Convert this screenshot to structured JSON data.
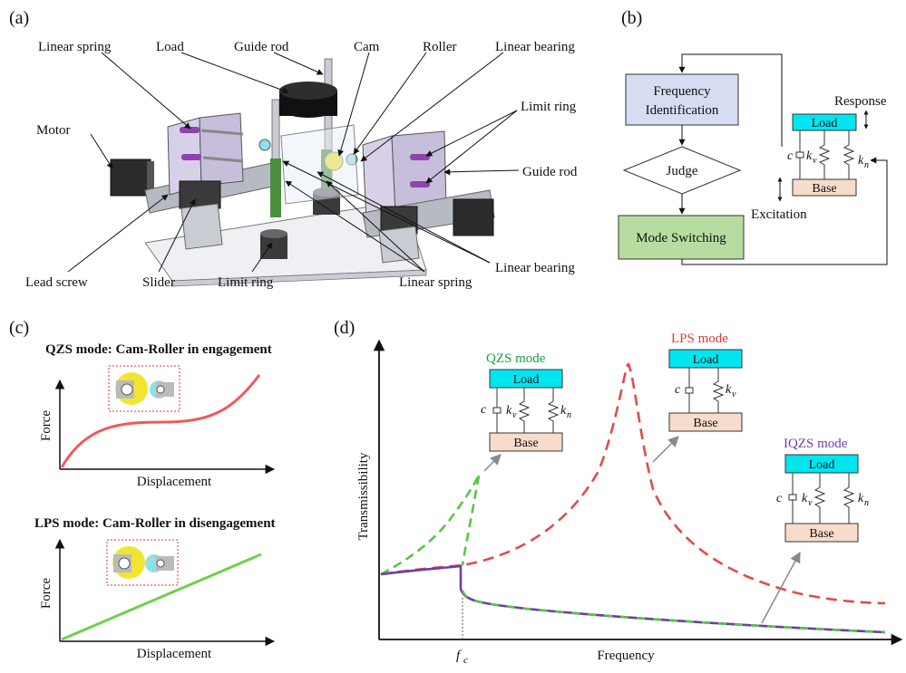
{
  "panels": {
    "a": "(a)",
    "b": "(b)",
    "c": "(c)",
    "d": "(d)"
  },
  "panel_a": {
    "labels": {
      "linear_spring_top": "Linear spring",
      "load": "Load",
      "guide_rod_top": "Guide rod",
      "cam": "Cam",
      "roller": "Roller",
      "linear_bearing_top": "Linear bearing",
      "limit_ring_right": "Limit ring",
      "guide_rod_right": "Guide rod",
      "motor": "Motor",
      "lead_screw": "Lead screw",
      "slider": "Slider",
      "limit_ring_bottom": "Limit ring",
      "linear_spring_bottom": "Linear spring",
      "linear_bearing_bottom": "Linear bearing"
    }
  },
  "panel_b": {
    "freq_id_line1": "Frequency",
    "freq_id_line2": "Identification",
    "judge": "Judge",
    "mode_switching": "Mode Switching",
    "response": "Response",
    "excitation": "Excitation",
    "load": "Load",
    "base": "Base",
    "c": "c",
    "kv": "k",
    "kv_sub": "v",
    "kn": "k",
    "kn_sub": "n"
  },
  "panel_c": {
    "qzs_title": "QZS mode: Cam-Roller in engagement",
    "lps_title": "LPS mode: Cam-Roller in disengagement",
    "ylabel": "Force",
    "xlabel": "Displacement"
  },
  "panel_d": {
    "ylabel": "Transmissibility",
    "xlabel": "Frequency",
    "fc": "f",
    "fc_sub": "c",
    "qzs_mode": "QZS mode",
    "lps_mode": "LPS mode",
    "iqzs_mode": "IQZS mode",
    "load": "Load",
    "base": "Base",
    "c": "c",
    "k": "k",
    "sub_v": "v",
    "sub_n": "n"
  },
  "colors": {
    "qzs_green": "#1a9e4a",
    "lps_red": "#d93a3a",
    "iqzs_purple": "#6a3ea8",
    "load_cyan": "#00e5f0",
    "base_peach": "#f7dccb",
    "flow_blue": "#d6dcf2",
    "flow_green": "#b7dca0",
    "curve_red": "#f05a5a",
    "curve_green": "#6fd04a"
  }
}
